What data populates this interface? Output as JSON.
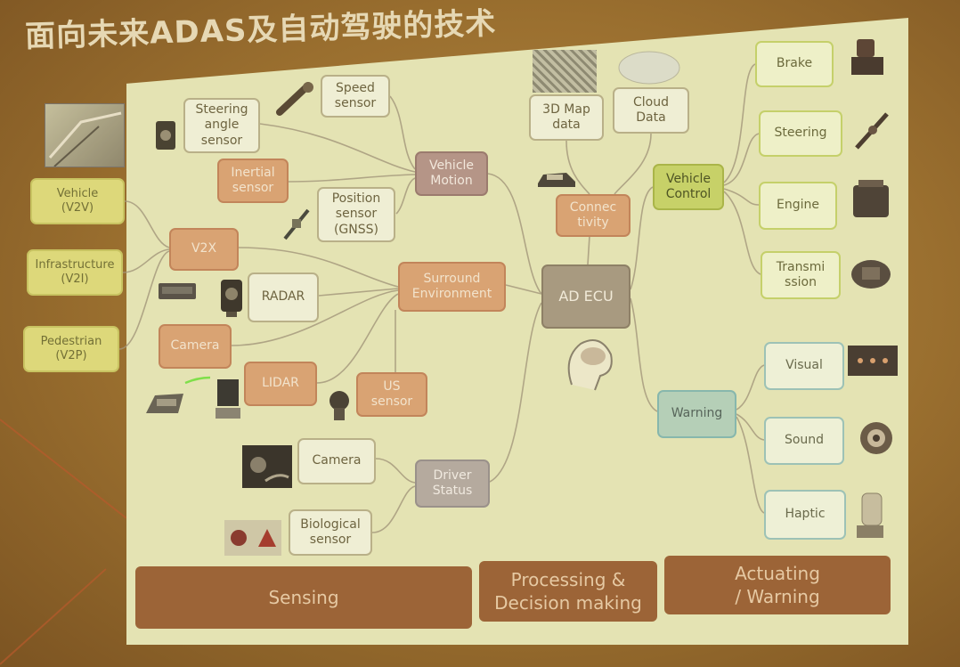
{
  "slide": {
    "title": "面向未来ADAS及自动驾驶的技术"
  },
  "nodes": {
    "v2v": "Vehicle\n(V2V)",
    "v2i": "Infrastructure\n(V2I)",
    "v2p": "Pedestrian\n(V2P)",
    "steering_angle_sensor": "Steering\nangle\nsensor",
    "speed_sensor": "Speed\nsensor",
    "inertial_sensor": "Inertial\nsensor",
    "position_sensor": "Position\nsensor\n(GNSS)",
    "vehicle_motion": "Vehicle\nMotion",
    "v2x": "V2X",
    "radar": "RADAR",
    "camera_env": "Camera",
    "lidar": "LIDAR",
    "us_sensor": "US\nsensor",
    "surround_environment": "Surround\nEnvironment",
    "camera_driver": "Camera",
    "biological_sensor": "Biological\nsensor",
    "driver_status": "Driver\nStatus",
    "map_3d_data": "3D Map\ndata",
    "cloud_data": "Cloud\nData",
    "connectivity": "Connec\ntivity",
    "ad_ecu": "AD ECU",
    "vehicle_control": "Vehicle\nControl",
    "brake": "Brake",
    "steering": "Steering",
    "engine": "Engine",
    "transmission": "Transmi\nssion",
    "warning": "Warning",
    "visual": "Visual",
    "sound": "Sound",
    "haptic": "Haptic"
  },
  "footer": {
    "sensing": "Sensing",
    "processing": "Processing &\nDecision making",
    "actuating": "Actuating\n/ Warning"
  },
  "icons": [
    "road-photo-icon",
    "camera-sensor-icon",
    "speedometer-icon",
    "satellite-icon",
    "radar-unit-icon",
    "radar-dish-icon",
    "lidar-unit-icon",
    "lidar-scanner-icon",
    "ultrasonic-sensor-icon",
    "driver-camera-icon",
    "biometric-sensor-icon",
    "map-icon",
    "cloud-icon",
    "car-icon",
    "brain-icon",
    "brake-icon",
    "steering-icon",
    "engine-icon",
    "gearbox-icon",
    "display-icon",
    "speaker-icon",
    "haptic-seat-icon"
  ],
  "colors": {
    "sensing_orange": "#d9a373",
    "vehicle_motion_mauve": "#b59587",
    "ad_ecu_gray": "#a89a80",
    "vehicle_control_lime": "#c7d168",
    "warning_teal": "#b5cfb7",
    "footer_brown": "#9c6437",
    "screen_background": "#e4e3b3"
  }
}
